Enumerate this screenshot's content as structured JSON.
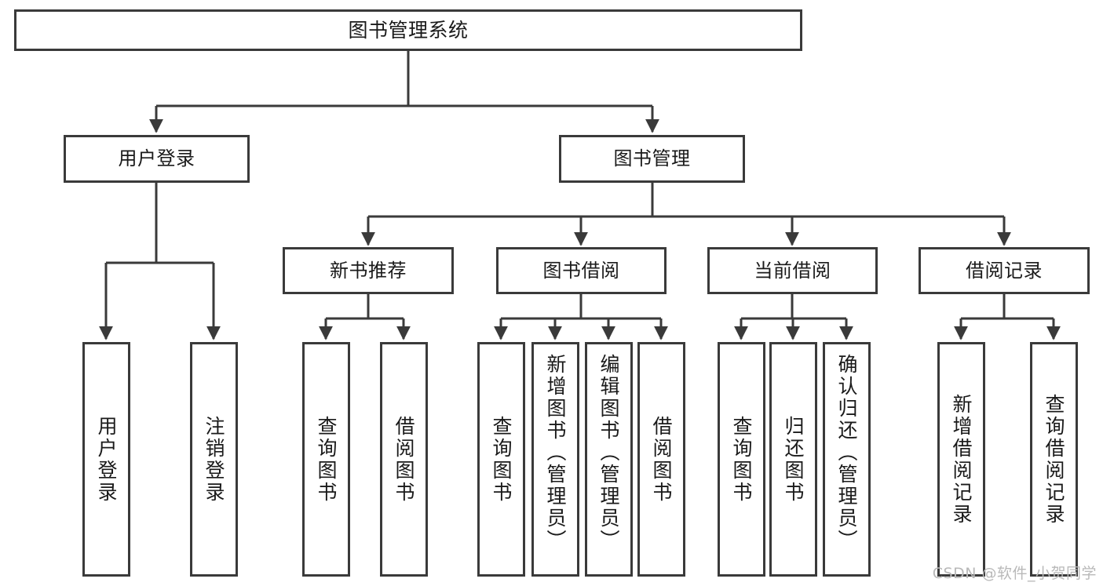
{
  "diagram": {
    "type": "tree-hierarchy",
    "title": "图书管理系统",
    "root": {
      "label": "图书管理系统"
    },
    "level2": [
      {
        "id": "user-login",
        "label": "用户登录"
      },
      {
        "id": "book-manage",
        "label": "图书管理"
      }
    ],
    "level3": [
      {
        "id": "new-book-recommend",
        "label": "新书推荐",
        "parent": "book-manage"
      },
      {
        "id": "book-borrow",
        "label": "图书借阅",
        "parent": "book-manage"
      },
      {
        "id": "current-borrow",
        "label": "当前借阅",
        "parent": "book-manage"
      },
      {
        "id": "borrow-record",
        "label": "借阅记录",
        "parent": "book-manage"
      }
    ],
    "leaves": [
      {
        "id": "leaf-user-login",
        "label": "用户登录",
        "parent": "user-login"
      },
      {
        "id": "leaf-logout",
        "label": "注销登录",
        "parent": "user-login"
      },
      {
        "id": "leaf-query-book-1",
        "label": "查询图书",
        "parent": "new-book-recommend"
      },
      {
        "id": "leaf-borrow-book-1",
        "label": "借阅图书",
        "parent": "new-book-recommend"
      },
      {
        "id": "leaf-query-book-2",
        "label": "查询图书",
        "parent": "book-borrow"
      },
      {
        "id": "leaf-add-book",
        "label": "新增图书（管理员）",
        "parent": "book-borrow"
      },
      {
        "id": "leaf-edit-book",
        "label": "编辑图书（管理员）",
        "parent": "book-borrow"
      },
      {
        "id": "leaf-borrow-book-2",
        "label": "借阅图书",
        "parent": "book-borrow"
      },
      {
        "id": "leaf-query-book-3",
        "label": "查询图书",
        "parent": "current-borrow"
      },
      {
        "id": "leaf-return-book",
        "label": "归还图书",
        "parent": "current-borrow"
      },
      {
        "id": "leaf-confirm-return",
        "label": "确认归还（管理员）",
        "parent": "current-borrow"
      },
      {
        "id": "leaf-add-record",
        "label": "新增借阅记录",
        "parent": "borrow-record"
      },
      {
        "id": "leaf-query-record",
        "label": "查询借阅记录",
        "parent": "borrow-record"
      }
    ],
    "watermark": "CSDN @软件_小贺同学",
    "colors": {
      "stroke": "#3a3a3a",
      "fill": "#ffffff",
      "text": "#1a1a1a",
      "watermark": "#b9b9b9"
    }
  }
}
